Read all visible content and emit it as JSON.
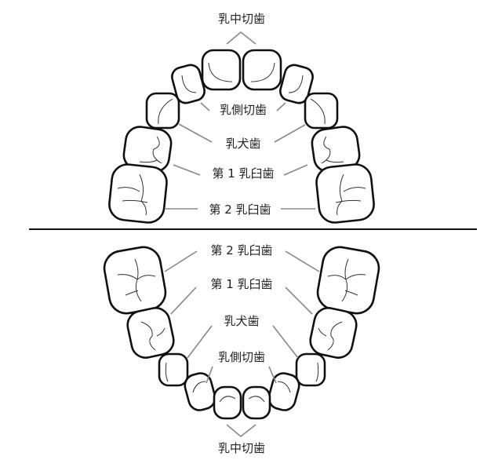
{
  "upper": {
    "central_incisor": "乳中切歯",
    "lateral_incisor": "乳側切歯",
    "canine": "乳犬歯",
    "first_molar": "第 1 乳臼歯",
    "second_molar": "第 2 乳臼歯"
  },
  "lower": {
    "second_molar": "第 2 乳臼歯",
    "first_molar": "第 1 乳臼歯",
    "canine": "乳犬歯",
    "lateral_incisor": "乳側切歯",
    "central_incisor": "乳中切歯"
  }
}
